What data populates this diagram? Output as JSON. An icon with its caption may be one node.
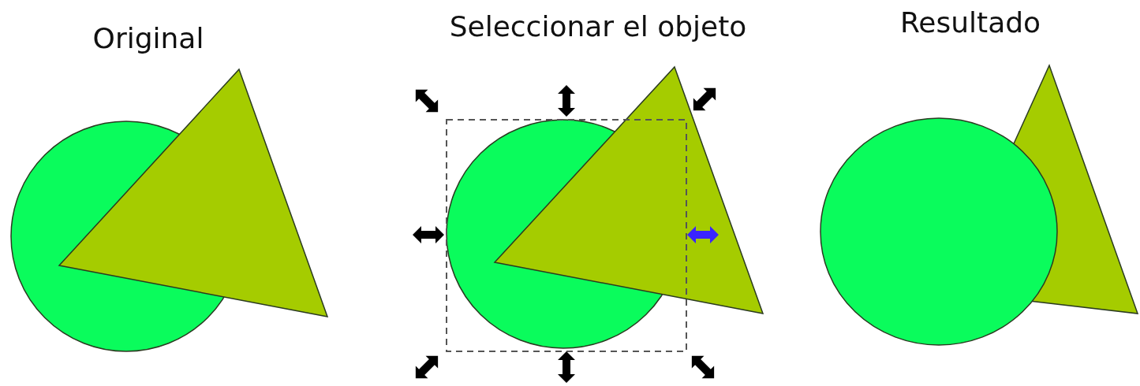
{
  "diagram": {
    "labels": [
      "Original",
      "Seleccionar el objeto",
      "Resultado"
    ]
  }
}
